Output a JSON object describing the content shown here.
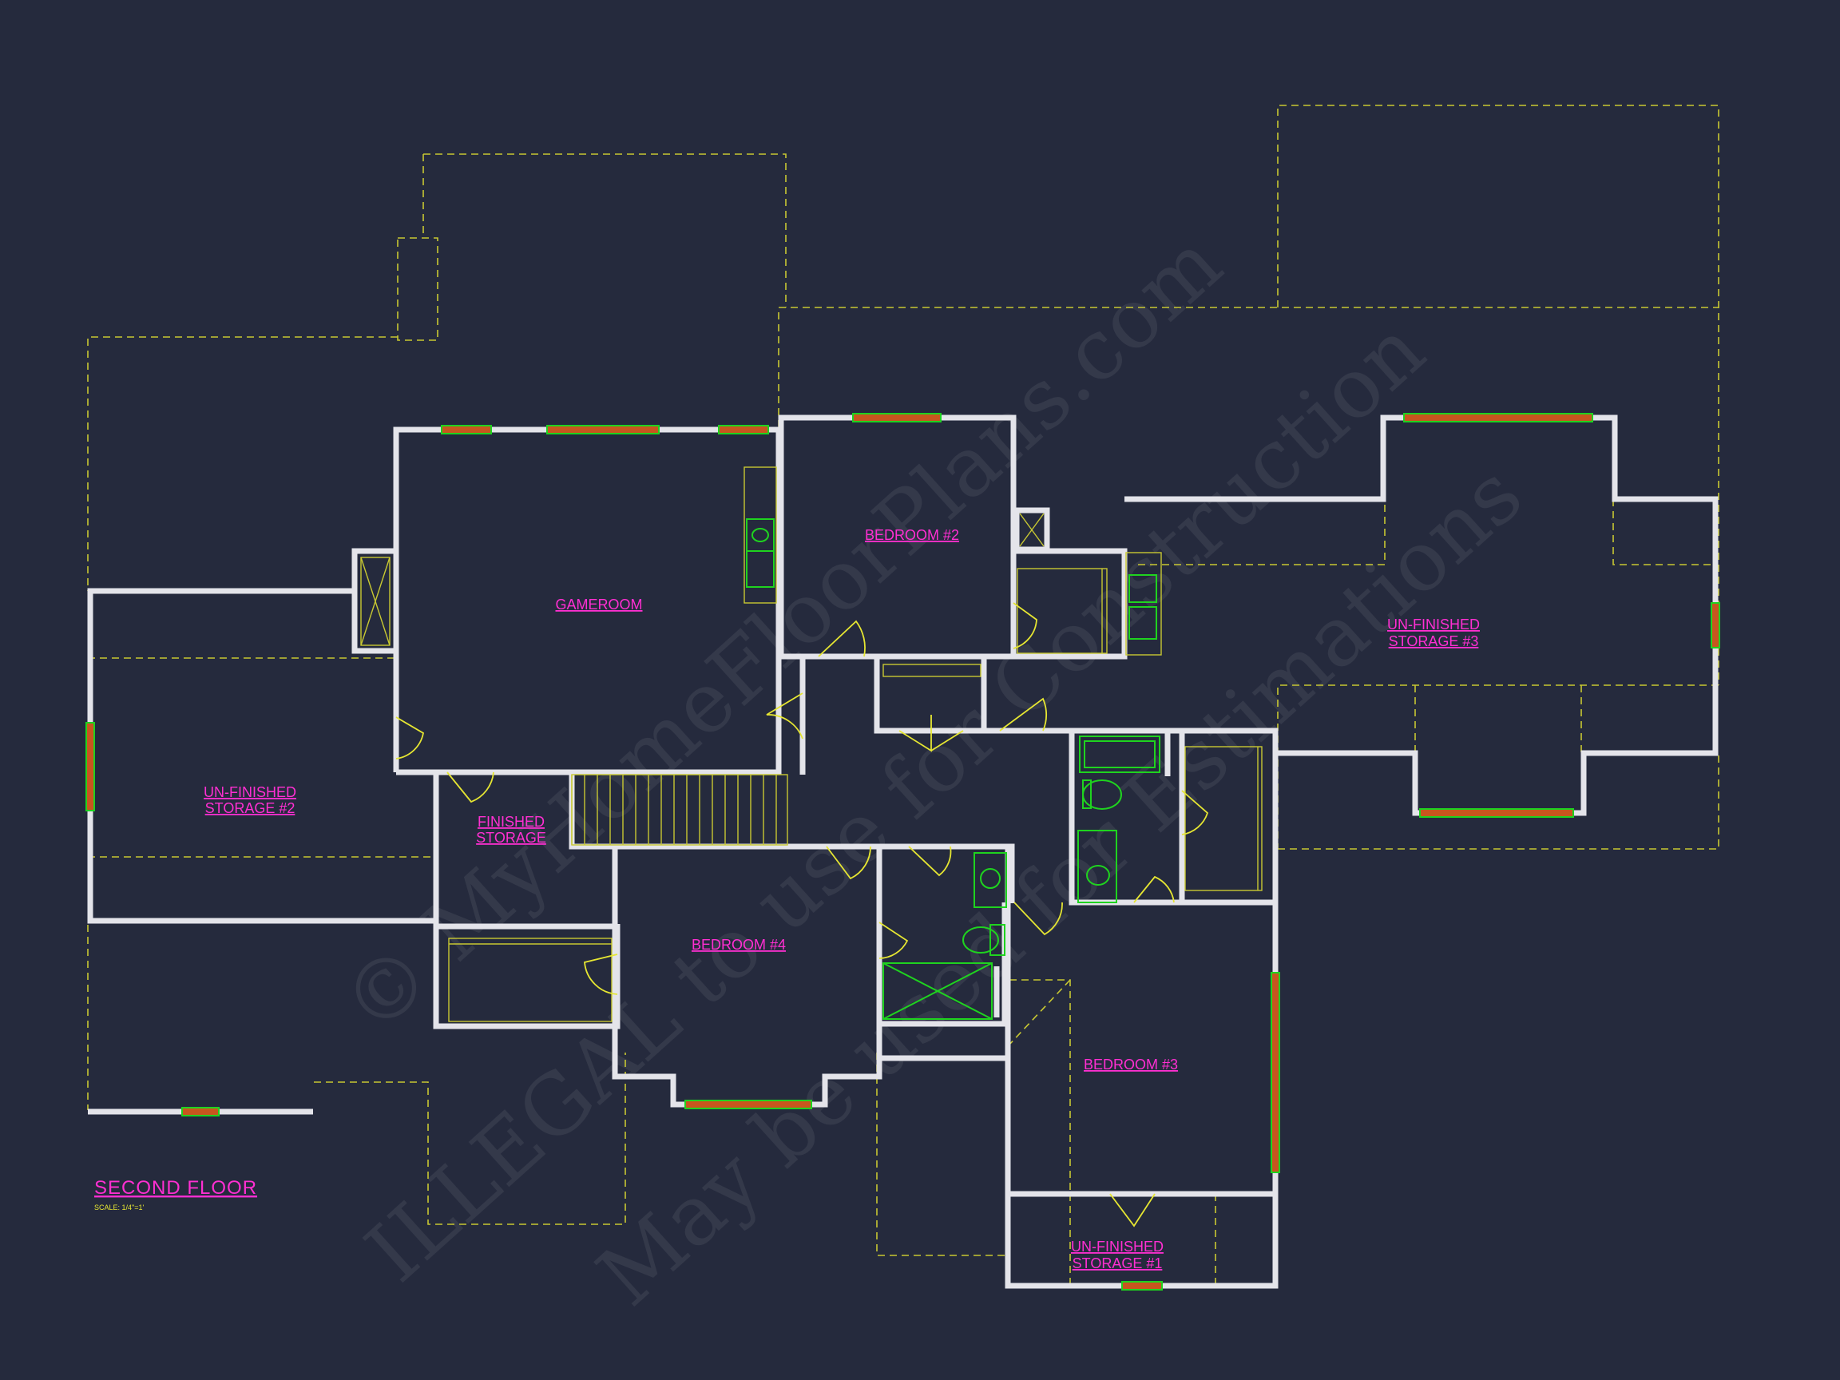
{
  "drawing": {
    "title": "SECOND FLOOR",
    "scale": "SCALE: 1/4\"=1'"
  },
  "rooms": {
    "gameroom": "GAMEROOM",
    "bedroom_2": "BEDROOM #2",
    "bedroom_3": "BEDROOM #3",
    "bedroom_4": "BEDROOM #4",
    "finished_storage": [
      "FINISHED",
      "STORAGE"
    ],
    "unfinished_storage_1": [
      "UN-FINISHED",
      "STORAGE #1"
    ],
    "unfinished_storage_2": [
      "UN-FINISHED",
      "STORAGE #2"
    ],
    "unfinished_storage_3": [
      "UN-FINISHED",
      "STORAGE #3"
    ]
  },
  "watermark": {
    "line_1": "© MyHomeFloorPlans.com",
    "line_2": "ILLEGAL to use for Construction",
    "line_3": "May be used for Estimations"
  },
  "colors": {
    "background": "#252a3d",
    "walls": "#e4e4ea",
    "labels": "#ff2fd2",
    "dashed_lines": "#c8c832",
    "fixtures": "#1fd31f",
    "window_fill": "#c8561e"
  }
}
